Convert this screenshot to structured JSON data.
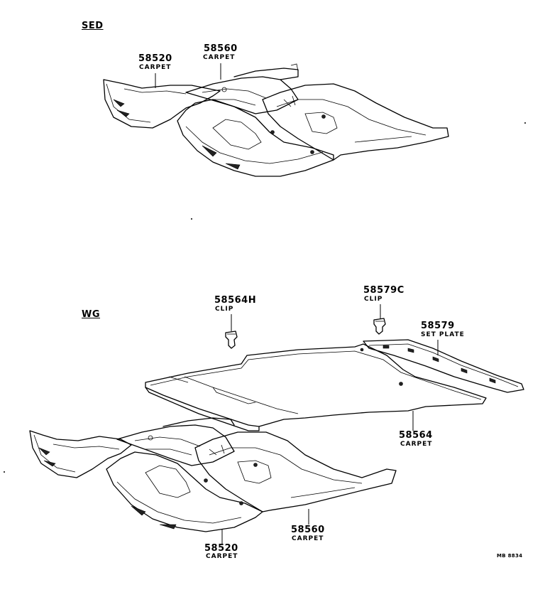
{
  "sections": {
    "sedan": {
      "title": "SED"
    },
    "wagon": {
      "title": "WG"
    }
  },
  "callouts": {
    "sed_front_carpet": {
      "part": "58520",
      "name": "CARPET"
    },
    "sed_rear_carpet": {
      "part": "58560",
      "name": "CARPET"
    },
    "wg_clip_left": {
      "part": "58564H",
      "name": "CLIP"
    },
    "wg_clip_right": {
      "part": "58579C",
      "name": "CLIP"
    },
    "wg_set_plate": {
      "part": "58579",
      "name": "SET PLATE"
    },
    "wg_luggage_carpet": {
      "part": "58564",
      "name": "CARPET"
    },
    "wg_rear_carpet": {
      "part": "58560",
      "name": "CARPET"
    },
    "wg_front_carpet": {
      "part": "58520",
      "name": "CARPET"
    }
  },
  "diagram_code": "MB 8834"
}
